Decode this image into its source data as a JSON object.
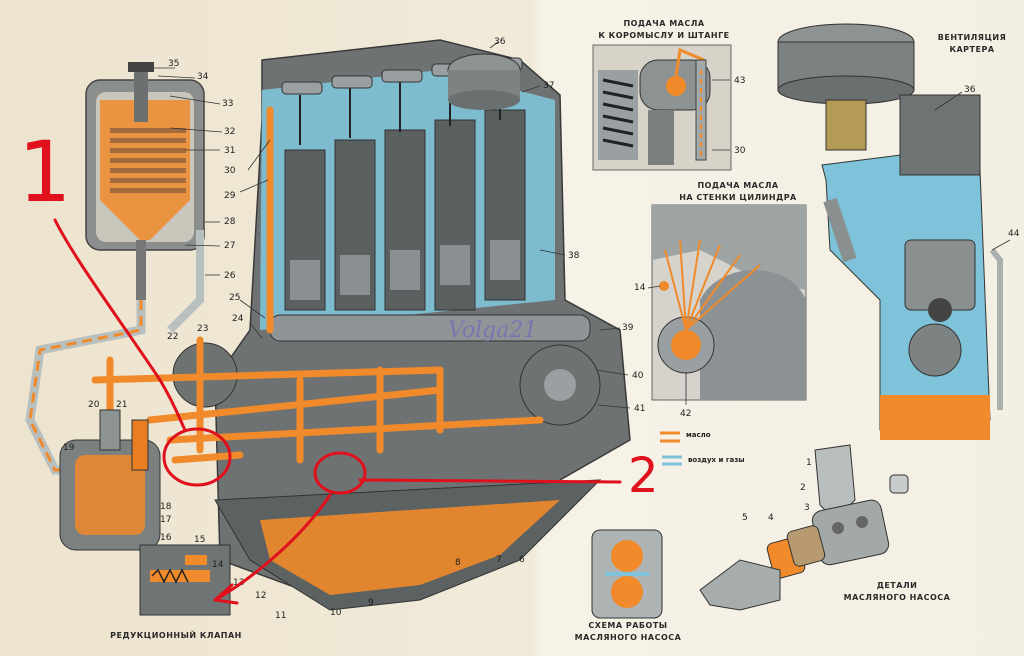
{
  "titles": {
    "rocker": [
      "ПОДАЧА МАСЛА",
      "К КОРОМЫСЛУ И ШТАНГЕ"
    ],
    "cylinder": [
      "ПОДАЧА МАСЛА",
      "НА СТЕНКИ ЦИЛИНДРА"
    ],
    "ventilation": [
      "ВЕНТИЛЯЦИЯ",
      "КАРТЕРА"
    ],
    "reducing_valve": "РЕДУКЦИОННЫЙ КЛАПАН",
    "pump_scheme": [
      "СХЕМА РАБОТЫ",
      "МАСЛЯНОГО НАСОСА"
    ],
    "pump_parts": [
      "ДЕТАЛИ",
      "МАСЛЯНОГО НАСОСА"
    ]
  },
  "legend": {
    "oil": "масло",
    "air": "воздух и газы"
  },
  "watermark": "Volga21",
  "handwritten": {
    "one": "1",
    "two": "2"
  },
  "colors": {
    "oil": "#f08a2a",
    "blue": "#7ec3d9",
    "annotation": "#e0101c",
    "body": "#6e7272"
  },
  "callouts": [
    "35",
    "34",
    "33",
    "32",
    "31",
    "30",
    "29",
    "28",
    "27",
    "26",
    "25",
    "24",
    "23",
    "22",
    "21",
    "20",
    "19",
    "18",
    "17",
    "16",
    "15",
    "14",
    "13",
    "12",
    "11",
    "10",
    "9",
    "8",
    "7",
    "6",
    "36",
    "37",
    "38",
    "39",
    "40",
    "41",
    "42",
    "43",
    "44",
    "1",
    "2",
    "3",
    "4",
    "5"
  ]
}
